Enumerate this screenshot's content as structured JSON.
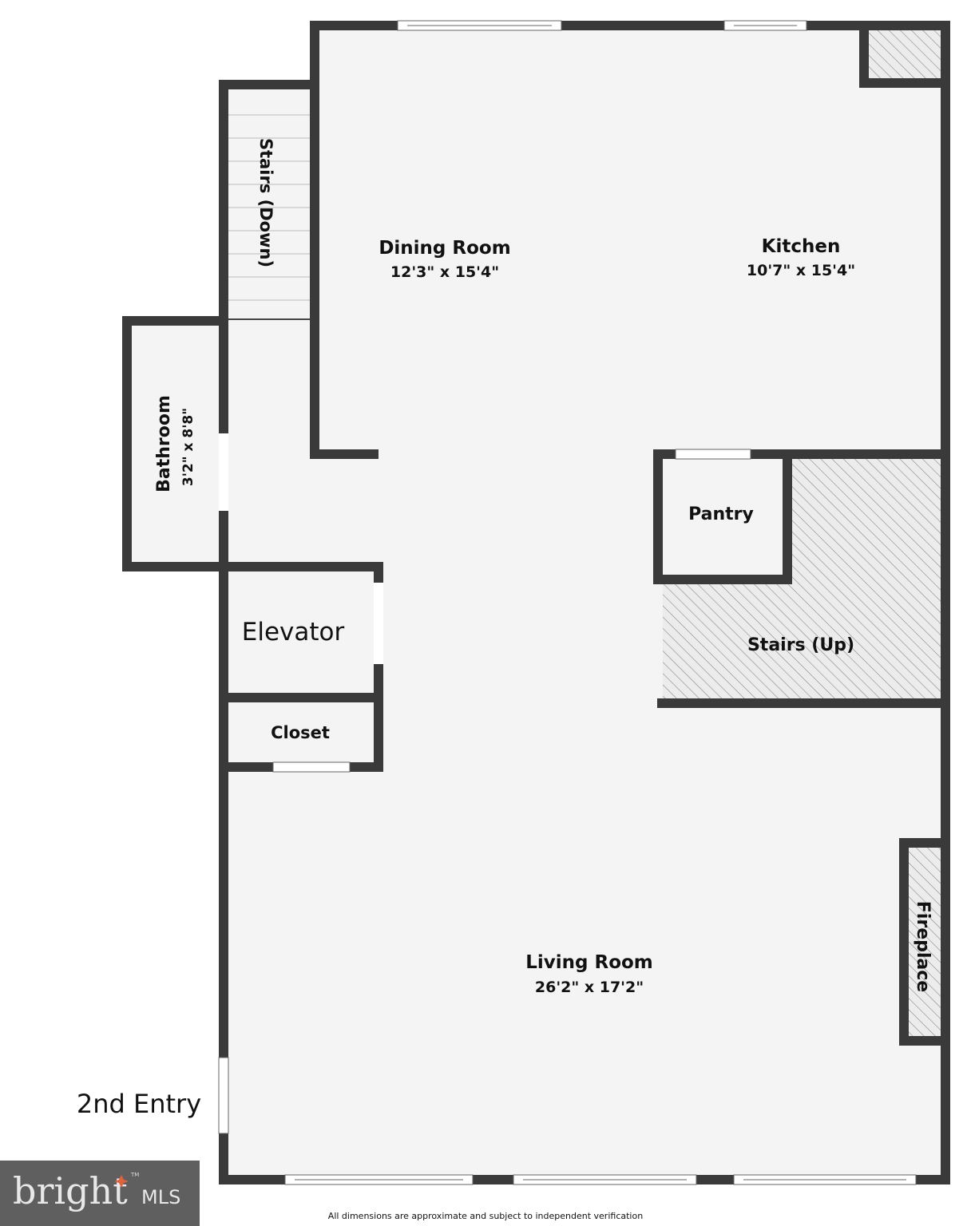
{
  "rooms": {
    "dining": {
      "name": "Dining Room",
      "dims": "12'3\" x 15'4\""
    },
    "kitchen": {
      "name": "Kitchen",
      "dims": "10'7\" x 15'4\""
    },
    "living": {
      "name": "Living Room",
      "dims": "26'2\" x 17'2\""
    },
    "bathroom": {
      "name": "Bathroom",
      "dims": "3'2\" x 8'8\""
    },
    "stairs_down": {
      "name": "Stairs (Down)"
    },
    "stairs_up": {
      "name": "Stairs (Up)"
    },
    "pantry": {
      "name": "Pantry"
    },
    "elevator": {
      "name": "Elevator"
    },
    "closet": {
      "name": "Closet"
    },
    "fireplace": {
      "name": "Fireplace"
    }
  },
  "annotations": {
    "entry": "2nd Entry"
  },
  "footer": {
    "disclaimer": "All dimensions are approximate and subject to independent verification"
  },
  "logo": {
    "brand": "bright",
    "suffix": "MLS",
    "tm": "TM"
  },
  "colors": {
    "wall": "#3a3a3a",
    "floor": "#f4f4f4",
    "accent": "#e0623a",
    "logo_bg": "#5f5f5f"
  }
}
